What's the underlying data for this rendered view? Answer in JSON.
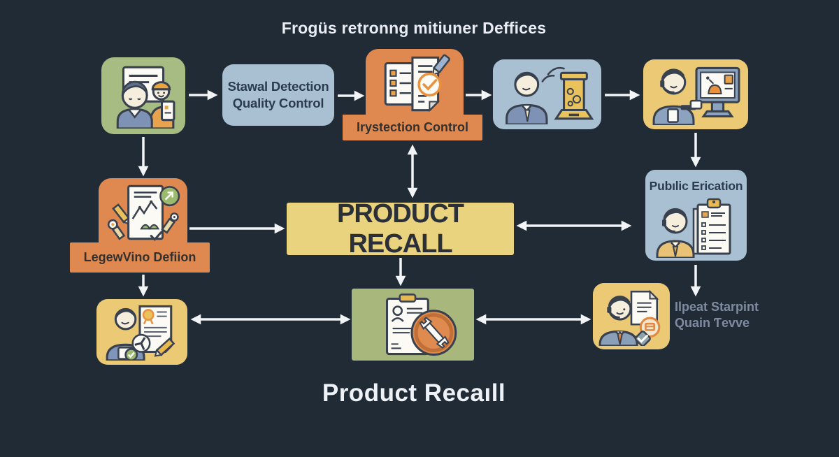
{
  "header": {
    "title": "Frogüs retronng mitiuner Deffices"
  },
  "footer": {
    "title": "Product Recaıll"
  },
  "nodes": {
    "team": {
      "icon": "team-inspectors-icon"
    },
    "stawal": {
      "line1": "Stawal Detection",
      "line2": "Quality Control"
    },
    "inspection": {
      "label": "Irystection Control",
      "icon": "documents-check-icon"
    },
    "testing": {
      "icon": "lab-machine-icon"
    },
    "alert": {
      "icon": "support-monitor-icon"
    },
    "legew": {
      "label": "LegewVino Defiion",
      "icon": "report-analysis-icon"
    },
    "recall": {
      "label": "PRODUCT RECALL"
    },
    "public": {
      "label": "Pubılic Erication",
      "icon": "announcer-clipboard-icon"
    },
    "certify": {
      "icon": "certified-document-icon"
    },
    "banned": {
      "icon": "banned-clipboard-icon"
    },
    "agent": {
      "icon": "agent-verified-icon",
      "caption_line1": "Ilpeat Starpint",
      "caption_line2": "Quain Ƭevve"
    }
  },
  "colors": {
    "background": "#212b36",
    "green_box": "#a6bc82",
    "blue_box": "#a9c0d3",
    "orange_box": "#df8950",
    "yellow_box": "#ecca75",
    "recall_box": "#ead37f",
    "flat_green_box": "#a8b87d",
    "arrow": "#f2f4f6",
    "dark_label": "#2b3b51",
    "muted_caption": "#7f8ba0"
  }
}
